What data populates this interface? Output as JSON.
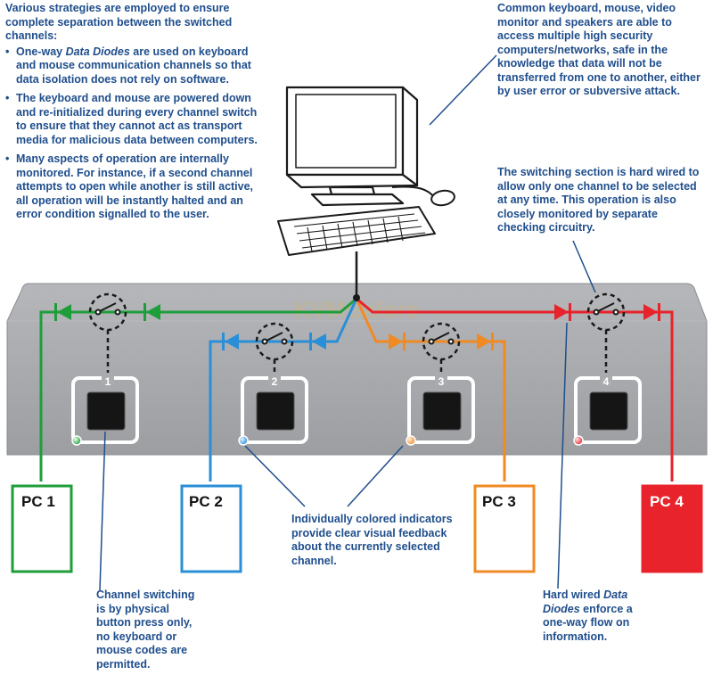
{
  "texts": {
    "strategies_intro": "Various strategies are employed to ensure complete separation between the switched channels:",
    "bullet1_pre": "One-way ",
    "bullet1_em": "Data Diodes",
    "bullet1_post": " are used on keyboard and mouse communication channels so that data isolation does not rely on software.",
    "bullet2": "The keyboard and mouse are powered down and re-initialized during every channel switch to ensure that they cannot act as transport media for malicious data between computers.",
    "bullet3": "Many aspects of operation are internally monitored. For instance, if a second channel attempts to open while another is still active, all operation will be instantly halted and an error condition signalled to the user.",
    "peripherals_note": "Common keyboard, mouse, video monitor and speakers are able to access multiple high security computers/networks, safe in the knowledge that data will not be transferred from one to another, either by user error or subversive attack.",
    "switching_note": "The switching section is hard wired to allow only one channel to be selected at any time. This operation is also closely monitored by separate checking circuitry.",
    "indicators_note": "Individually colored indicators provide clear visual feedback about the currently selected channel.",
    "button_note": "Channel switching is by physical button press only, no keyboard or mouse codes are permitted.",
    "diodes_note_pre": "Hard wired ",
    "diodes_note_em": "Data Diodes",
    "diodes_note_post": " enforce a one-way flow on information."
  },
  "watermark": "KVMGalore",
  "channels": [
    {
      "number": "1",
      "pc_label": "PC 1",
      "color": "#1e9e3a",
      "pc_filled": false
    },
    {
      "number": "2",
      "pc_label": "PC 2",
      "color": "#2a8fd6",
      "pc_filled": false
    },
    {
      "number": "3",
      "pc_label": "PC 3",
      "color": "#f08a24",
      "pc_filled": false
    },
    {
      "number": "4",
      "pc_label": "PC 4",
      "color": "#e8232b",
      "pc_filled": true
    }
  ],
  "colors": {
    "text": "#1f4e8c",
    "switch_body": "#a9abae",
    "switch_body_dark": "#8f9195",
    "dashed": "#1a1a1a"
  },
  "icons": [
    "monitor-icon",
    "keyboard-icon",
    "mouse-icon",
    "diode-icon",
    "switch-icon",
    "button-icon",
    "indicator-led-icon"
  ]
}
